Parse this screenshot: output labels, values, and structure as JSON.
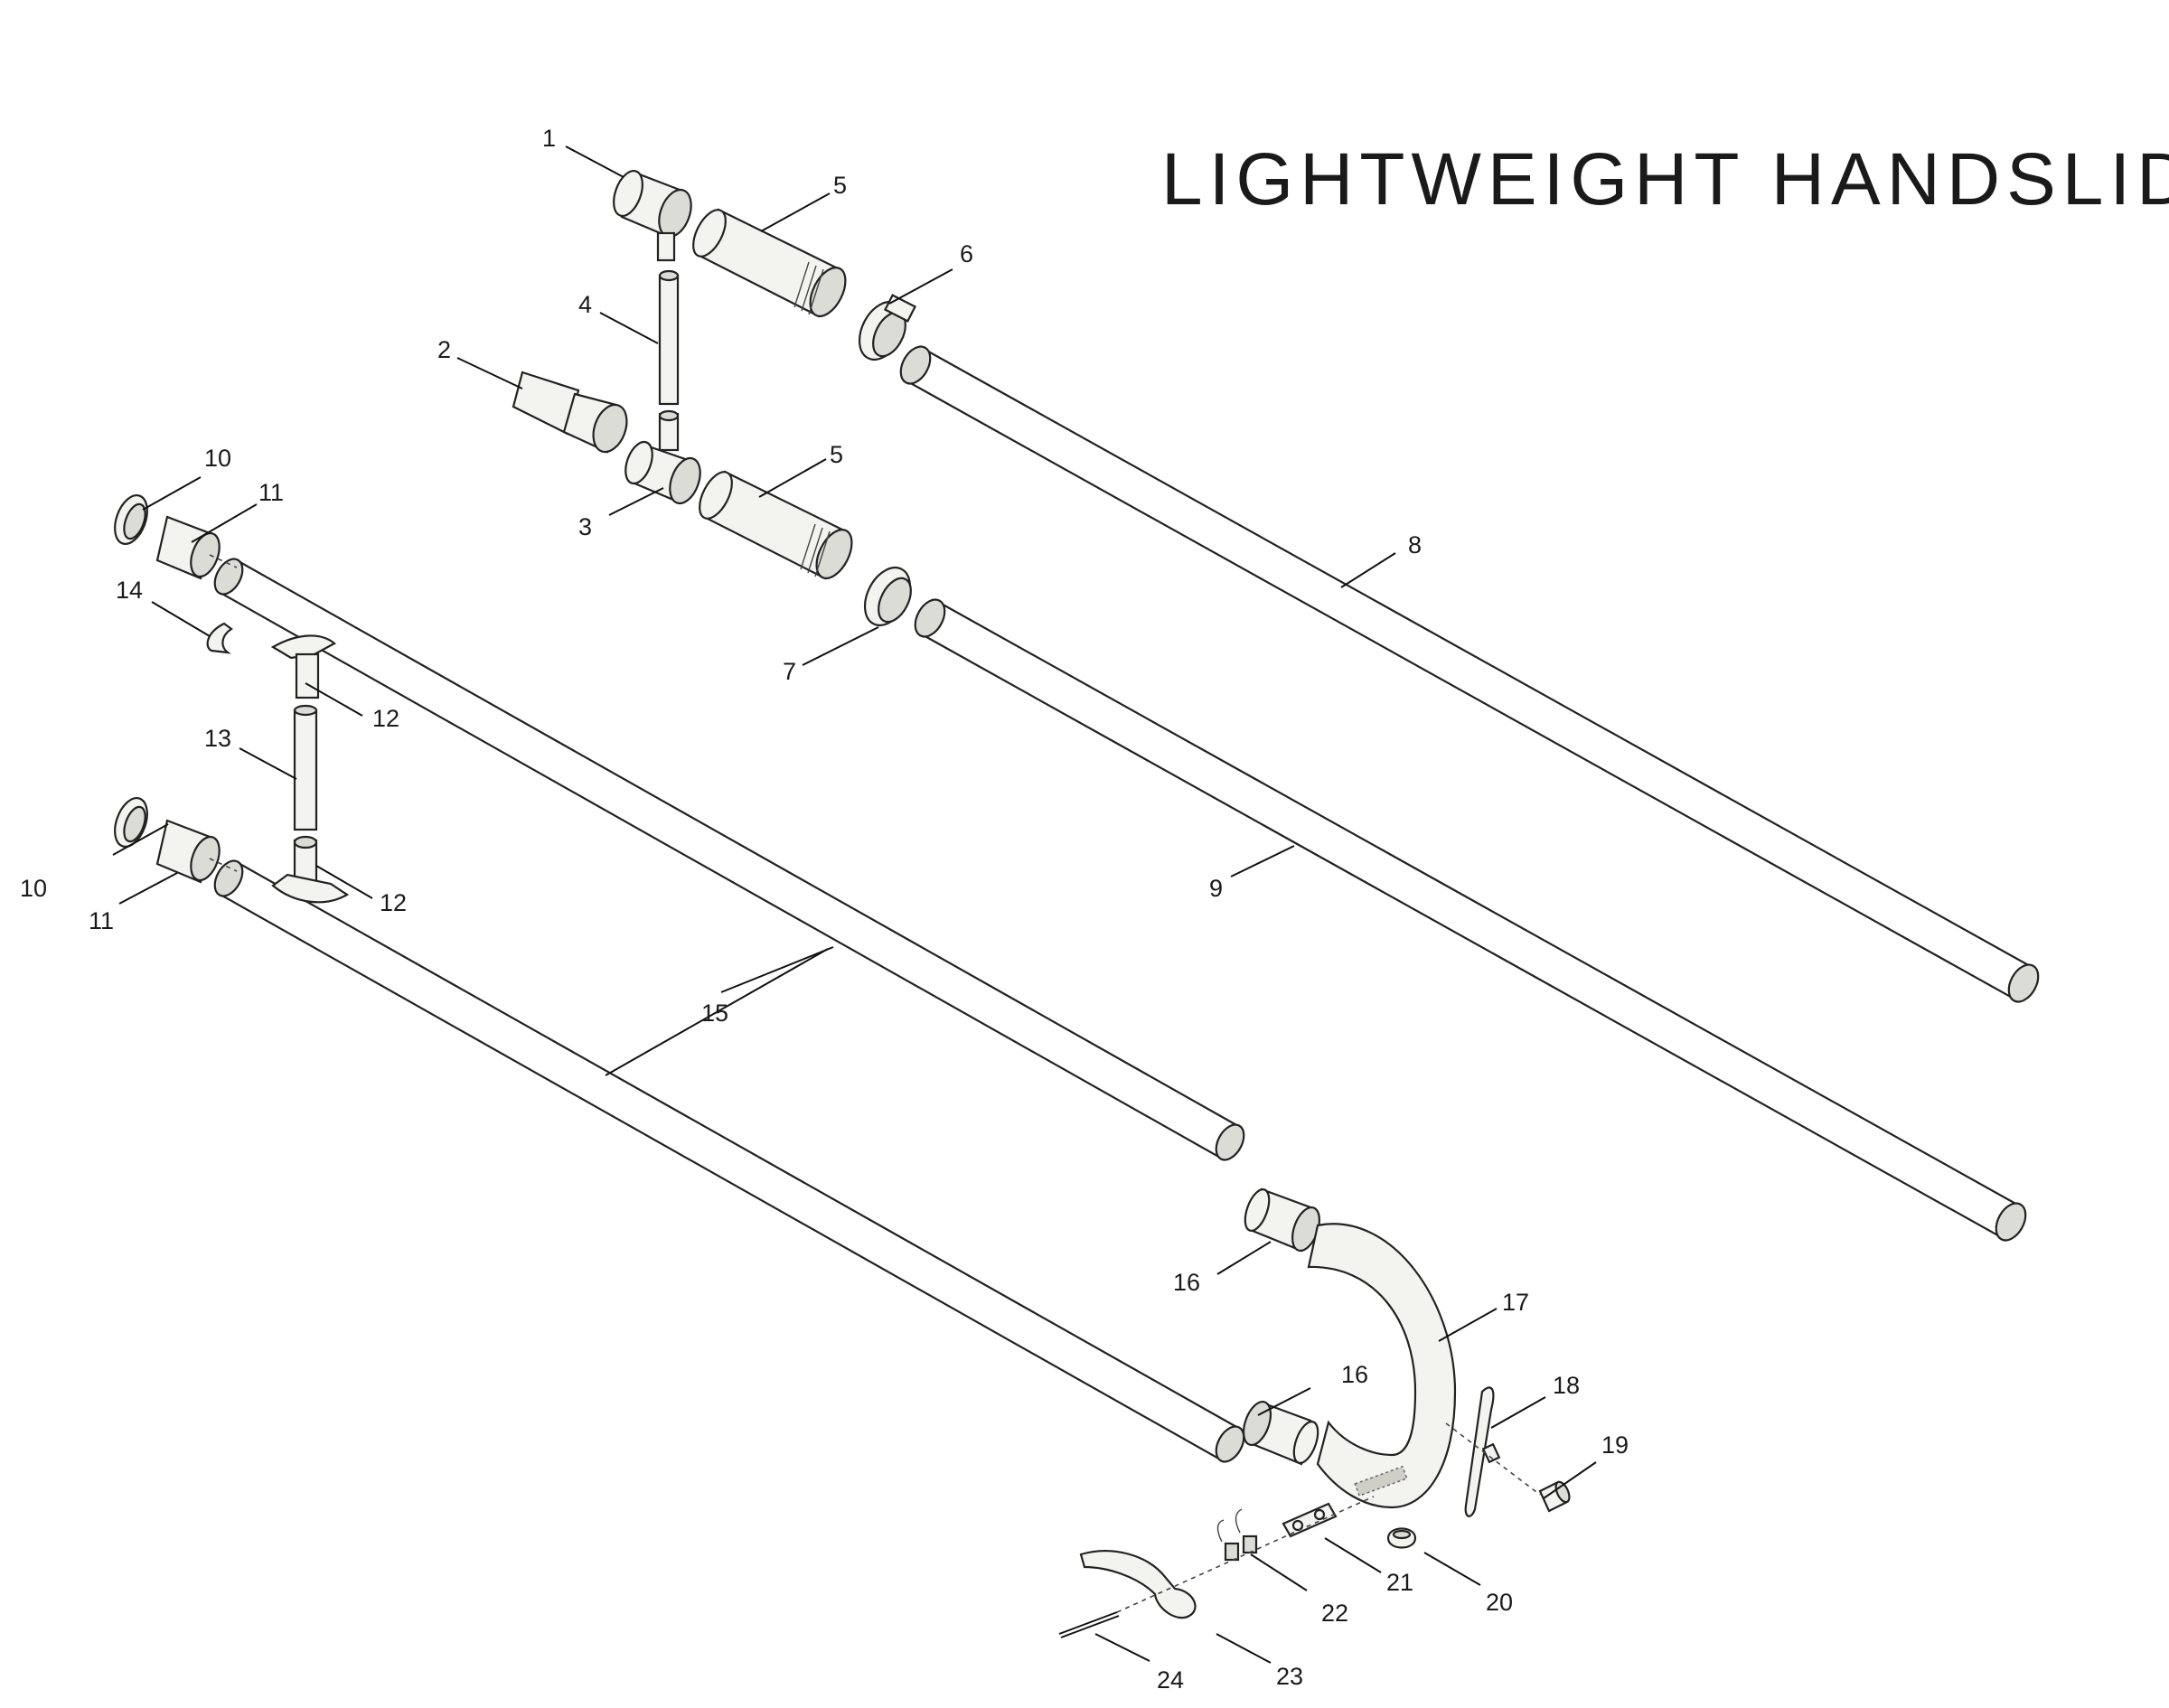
{
  "title": "LIGHTWEIGHT HANDSLIDE",
  "labels": [
    {
      "id": "1",
      "text": "1"
    },
    {
      "id": "2",
      "text": "2"
    },
    {
      "id": "3",
      "text": "3"
    },
    {
      "id": "4",
      "text": "4"
    },
    {
      "id": "5a",
      "text": "5"
    },
    {
      "id": "5b",
      "text": "5"
    },
    {
      "id": "6",
      "text": "6"
    },
    {
      "id": "7",
      "text": "7"
    },
    {
      "id": "8",
      "text": "8"
    },
    {
      "id": "9",
      "text": "9"
    },
    {
      "id": "10a",
      "text": "10"
    },
    {
      "id": "10b",
      "text": "10"
    },
    {
      "id": "11a",
      "text": "11"
    },
    {
      "id": "11b",
      "text": "11"
    },
    {
      "id": "12a",
      "text": "12"
    },
    {
      "id": "12b",
      "text": "12"
    },
    {
      "id": "13",
      "text": "13"
    },
    {
      "id": "14",
      "text": "14"
    },
    {
      "id": "15",
      "text": "15"
    },
    {
      "id": "16a",
      "text": "16"
    },
    {
      "id": "16b",
      "text": "16"
    },
    {
      "id": "17",
      "text": "17"
    },
    {
      "id": "18",
      "text": "18"
    },
    {
      "id": "19",
      "text": "19"
    },
    {
      "id": "20",
      "text": "20"
    },
    {
      "id": "21",
      "text": "21"
    },
    {
      "id": "22",
      "text": "22"
    },
    {
      "id": "23",
      "text": "23"
    },
    {
      "id": "24",
      "text": "24"
    }
  ]
}
